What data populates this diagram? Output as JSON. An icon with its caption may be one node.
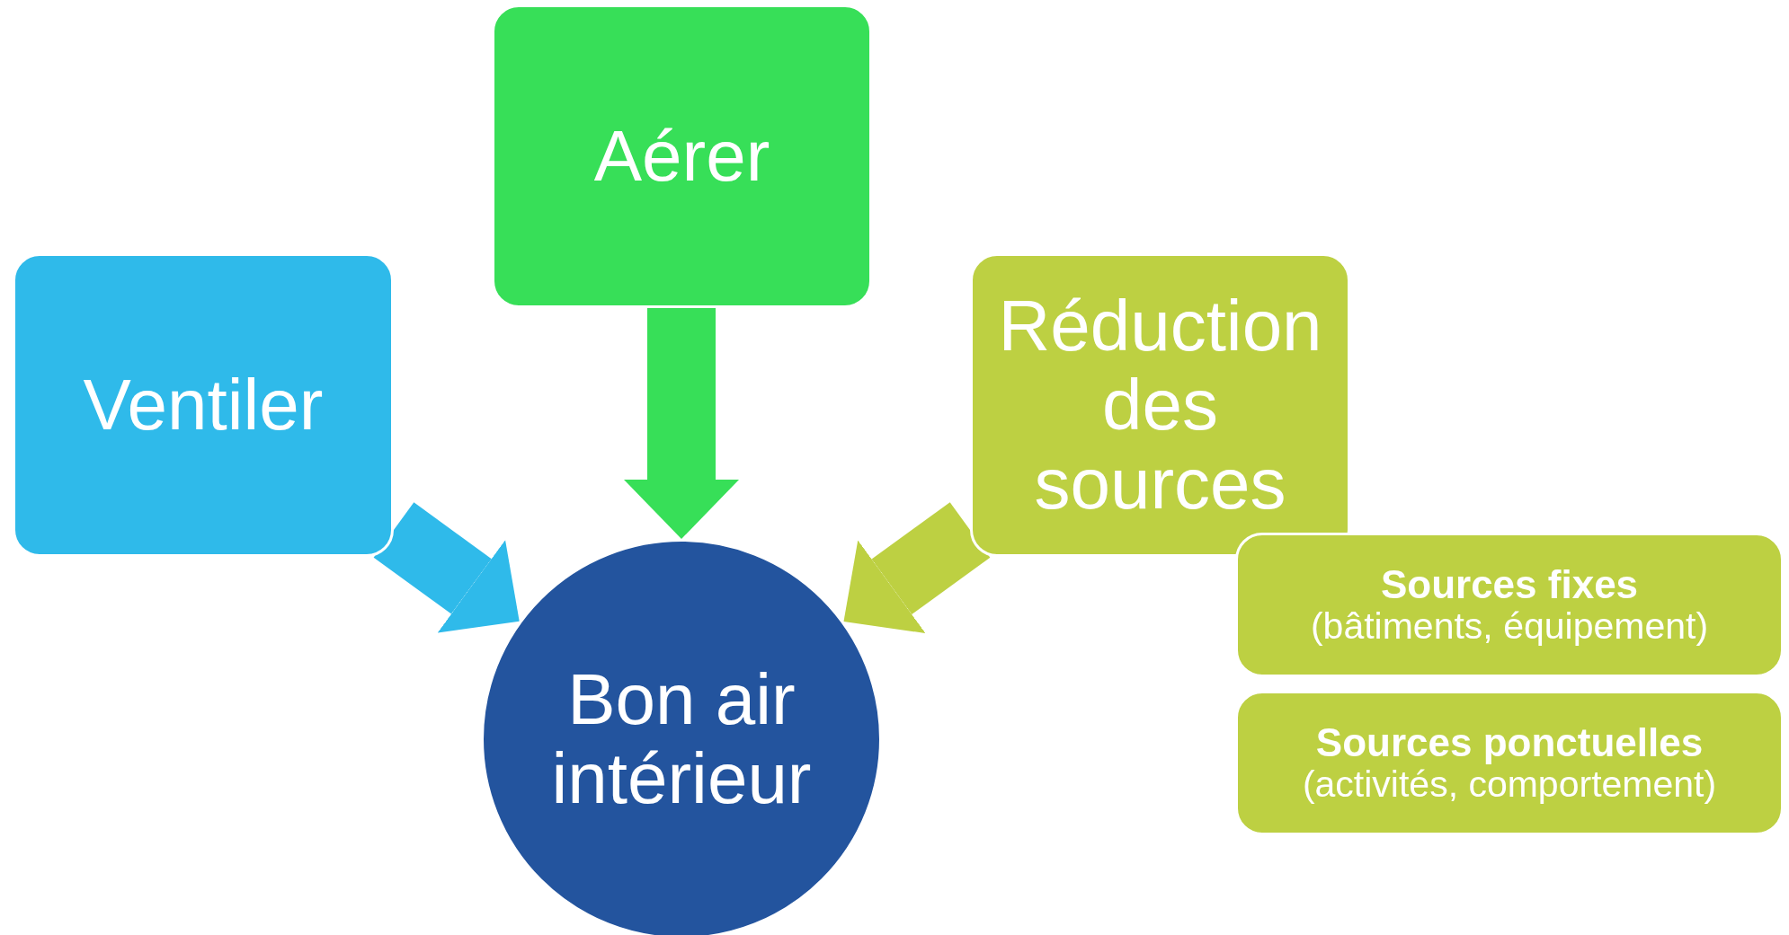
{
  "diagram": {
    "nodes": [
      {
        "text": [
          "Aérer"
        ]
      },
      {
        "text": [
          "Ventiler"
        ]
      },
      {
        "text": [
          "Réduction des sources"
        ]
      },
      {
        "text": [
          "Bon air intérieur"
        ]
      },
      {
        "text": [
          "Sources fixes",
          "(bâtiments, équipement)"
        ]
      },
      {
        "text": [
          "Sources ponctuelles",
          "(activités, comportement)"
        ]
      }
    ],
    "edges": [
      {
        "from": 0,
        "to": 3,
        "arrow": "to",
        "color": "#37df58"
      },
      {
        "from": 1,
        "to": 3,
        "arrow": "to",
        "color": "#2fbaea"
      },
      {
        "from": 2,
        "to": 3,
        "arrow": "to",
        "color": "#bdd042"
      }
    ]
  }
}
